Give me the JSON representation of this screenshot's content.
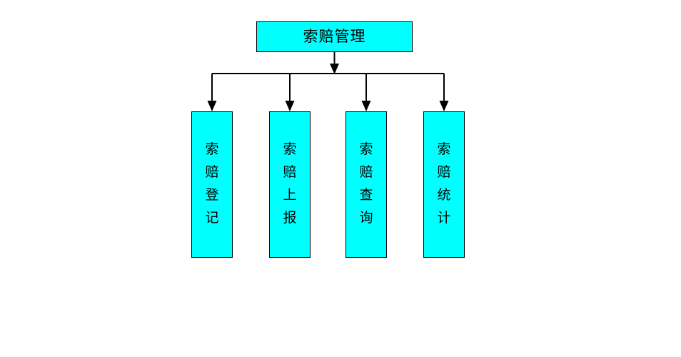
{
  "diagram": {
    "type": "organization-chart",
    "orientation": "top-down",
    "background_color": "#ffffff",
    "node_fill_color": "#00ffff",
    "node_border_color": "#000000",
    "connector_color": "#000000",
    "root": {
      "id": "root",
      "label": "索赔管理",
      "label_orientation": "horizontal"
    },
    "children": [
      {
        "id": "child-0",
        "label": "索赔登记",
        "chars": [
          "索",
          "赔",
          "登",
          "记"
        ],
        "label_orientation": "vertical"
      },
      {
        "id": "child-1",
        "label": "索赔上报",
        "chars": [
          "索",
          "赔",
          "上",
          "报"
        ],
        "label_orientation": "vertical"
      },
      {
        "id": "child-2",
        "label": "索赔查询",
        "chars": [
          "索",
          "赔",
          "查",
          "询"
        ],
        "label_orientation": "vertical"
      },
      {
        "id": "child-3",
        "label": "索赔统计",
        "chars": [
          "索",
          "赔",
          "统",
          "计"
        ],
        "label_orientation": "vertical"
      }
    ],
    "edges": [
      {
        "from": "root",
        "to": "bus",
        "arrow": "down"
      },
      {
        "from": "bus",
        "to": "child-0",
        "arrow": "down"
      },
      {
        "from": "bus",
        "to": "child-1",
        "arrow": "down"
      },
      {
        "from": "bus",
        "to": "child-2",
        "arrow": "down"
      },
      {
        "from": "bus",
        "to": "child-3",
        "arrow": "down"
      }
    ]
  }
}
